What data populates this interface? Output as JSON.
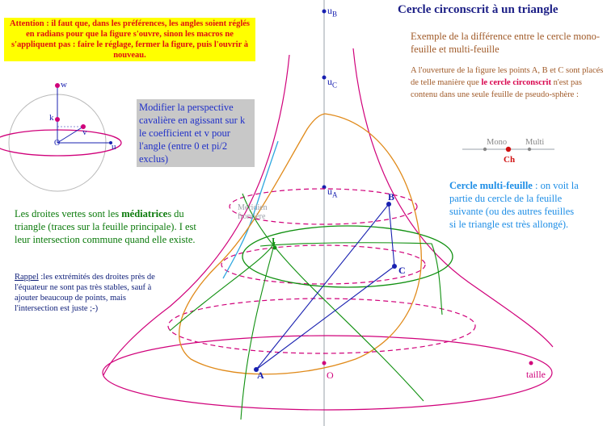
{
  "title": "Cercle circonscrit à un triangle",
  "warning": "Attention : il faut que, dans les préférences, les angles soient réglés en radians pour que la figure s'ouvre, sinon les macros ne s'appliquent pas : faire le réglage, fermer la figure, puis l'ouvrir à nouveau.",
  "intro": "Exemple de la différence entre le cercle mono-feuille et multi-feuille",
  "note": {
    "before": "A l'ouverture de la figure les points A, B et C sont placés de telle manière que ",
    "highlight": "le cercle circonscrit",
    "after": " n'est pas contenu dans une seule feuille de pseudo-sphère :"
  },
  "perspective": "Modifier la perspective cavalière en agissant sur k le coefficient et v pour l'angle (entre 0 et pi/2 exclus)",
  "multi": {
    "heading": "Cercle multi-feuille",
    "body": " : on voit la partie du cercle de la feuille suivante (ou des autres feuilles si le triangle est très allongé)."
  },
  "droites": {
    "before": "Les droites vertes sont les ",
    "bold": "médiatrice",
    "after": "s du triangle (traces sur la feuille principale). I est leur intersection commune quand elle existe."
  },
  "rappel": {
    "word": "Rappel",
    "body": " :les extrémités des droites près de l'équateur ne sont pas très stables, sauf à ajouter beaucoup de points, mais l'intersection est juste ;-)"
  },
  "slider": {
    "left": "Mono",
    "right": "Multi",
    "value": "Ch"
  },
  "labels": {
    "uB": "u",
    "uB_sub": "B",
    "uC": "u",
    "uC_sub": "C",
    "uA": "u",
    "uA_sub": "A",
    "A": "A",
    "B": "B",
    "C": "C",
    "I": "I",
    "O": "O",
    "meridien": "Méridien\nfrontière",
    "taille": "taille",
    "w": "w",
    "k": "k",
    "v": "v",
    "u": "u",
    "o_small": "O"
  },
  "colors": {
    "magenta": "#d0007a",
    "blue": "#1820b0",
    "green": "#109010",
    "orange": "#e08a1a",
    "cyan": "#30a8e0",
    "gray": "#9aa0a8"
  }
}
